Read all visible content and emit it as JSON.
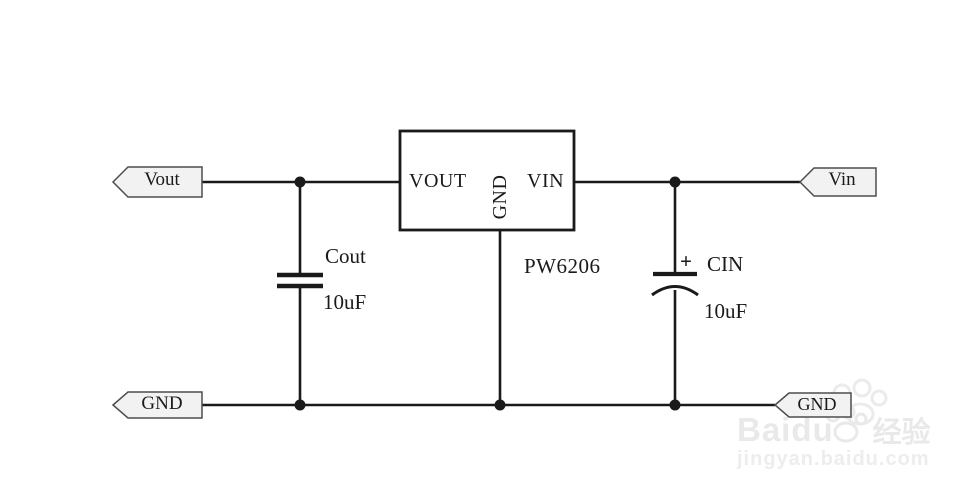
{
  "schematic": {
    "part_number": "PW6206",
    "ic_pins": {
      "vout": "VOUT",
      "gnd": "GND",
      "vin": "VIN"
    },
    "ports": {
      "vout": "Vout",
      "vin": "Vin",
      "gnd_left": "GND",
      "gnd_right": "GND"
    },
    "cout": {
      "name": "Cout",
      "value": "10uF"
    },
    "cin": {
      "name": "CIN",
      "value": "10uF",
      "polarity_mark": "+"
    },
    "colors": {
      "ink": "#1a1a1a",
      "flag_fill": "#f2f2f2",
      "flag_border": "#4d4d4d",
      "background": "#ffffff",
      "watermark": "#e9e9e9"
    }
  },
  "watermark": {
    "brand": "Baidu",
    "brand_cn": "经验",
    "url": "jingyan.baidu.com"
  }
}
